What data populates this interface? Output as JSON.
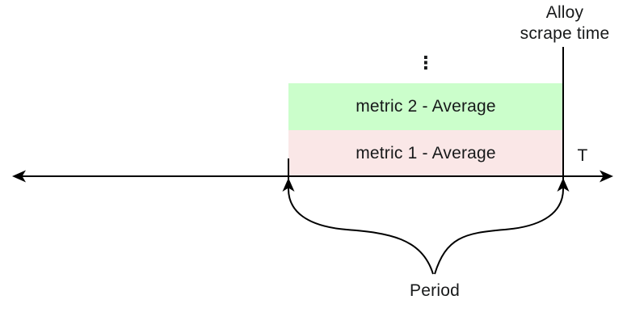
{
  "diagram": {
    "background": "#ffffff",
    "line_color": "#000000",
    "text_color": "#17191a",
    "scrape_time_label": {
      "line1": "Alloy",
      "line2": "scrape time"
    },
    "ellipsis": "⋮",
    "bars": [
      {
        "label": "metric 2 - Average",
        "fill": "#cbfecb"
      },
      {
        "label": "metric 1 - Average",
        "fill": "#fae7e7"
      }
    ],
    "axis_label": "T",
    "brace_label": "Period"
  }
}
